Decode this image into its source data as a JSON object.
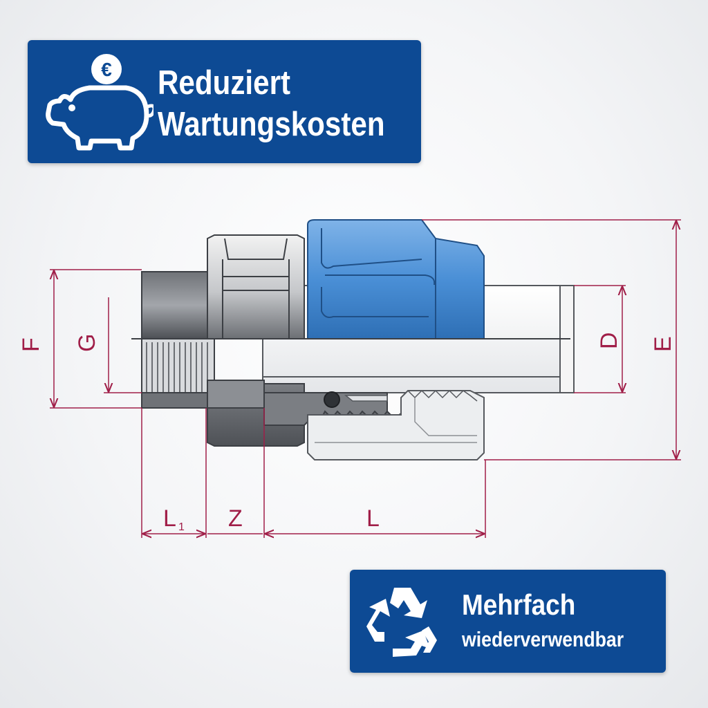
{
  "top_badge": {
    "line1": "Reduziert",
    "line2": "Wartungskosten",
    "icon": "piggy-bank-euro-icon",
    "coin_symbol": "€"
  },
  "bottom_badge": {
    "line1": "Mehrfach",
    "line2": "wiederverwendbar",
    "icon": "recycle-icon"
  },
  "dimensions": {
    "F": "F",
    "G": "G",
    "D": "D",
    "E": "E",
    "L1": "L",
    "L1_sub": "1",
    "Z": "Z",
    "L": "L"
  },
  "colors": {
    "badge_bg": "#0d4a94",
    "nut_blue": "#4a8fd6",
    "dimension_line": "#a01e48",
    "body_grey": "#8c8f94"
  }
}
